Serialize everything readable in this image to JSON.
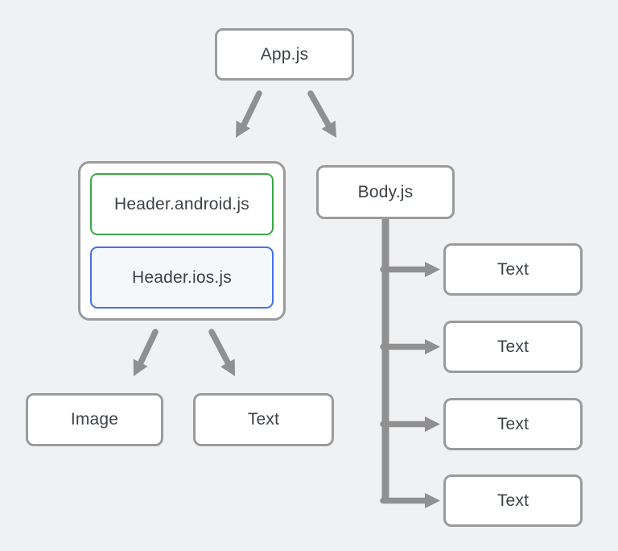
{
  "diagram": {
    "description": "React Native component tree diagram",
    "nodes": {
      "app": {
        "label": "App.js"
      },
      "header_android": {
        "label": "Header.android.js"
      },
      "header_ios": {
        "label": "Header.ios.js"
      },
      "body": {
        "label": "Body.js"
      },
      "image": {
        "label": "Image"
      },
      "header_text": {
        "label": "Text"
      },
      "body_text_1": {
        "label": "Text"
      },
      "body_text_2": {
        "label": "Text"
      },
      "body_text_3": {
        "label": "Text"
      },
      "body_text_4": {
        "label": "Text"
      }
    },
    "edges": [
      {
        "from": "app",
        "to": "header_group"
      },
      {
        "from": "app",
        "to": "body"
      },
      {
        "from": "header_group",
        "to": "image"
      },
      {
        "from": "header_group",
        "to": "header_text"
      },
      {
        "from": "body",
        "to": "body_text_1"
      },
      {
        "from": "body",
        "to": "body_text_2"
      },
      {
        "from": "body",
        "to": "body_text_3"
      },
      {
        "from": "body",
        "to": "body_text_4"
      }
    ],
    "colors": {
      "background": "#f0f1f3",
      "node_bg": "#ffffff",
      "border_gray": "#9b9b9b",
      "arrow_gray": "#909090",
      "text": "#3d4247",
      "android_green": "#3aa845",
      "ios_blue": "#4671e8",
      "ios_bg": "#f5f8fb"
    }
  }
}
